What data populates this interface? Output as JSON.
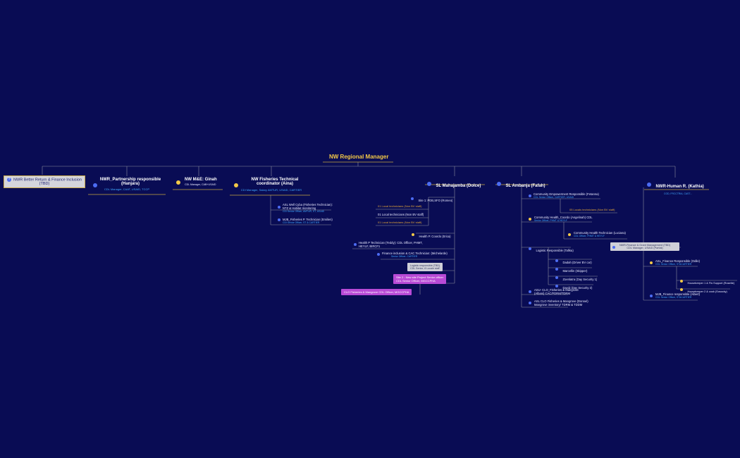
{
  "root": {
    "title": "NW Regional Manager"
  },
  "level1": {
    "better_return": {
      "title": "NWR Better Return & Finance Inclusion (TBD)"
    },
    "partnership": {
      "title": "NWR_Partnership responsible (Hanjara)",
      "sub": "CDL Manager, CAAT, USAID, TCCP"
    },
    "me": {
      "title": "NW M&E: Ginah",
      "sub": "CDL Manager, CAB+USAID"
    },
    "fisheries": {
      "title": "NW Fisheries Technical coordinator (Aina)",
      "sub": "CDI Manager, Salary    AMTUR, USAID, CARTIER"
    },
    "mahajamba": {
      "title": "SL Mahajamba (Dolce)"
    },
    "ambanja": {
      "title": "SL Ambanja (Fafah)"
    },
    "hr": {
      "title": "NWR-Human R. (Kathia)",
      "sub": "COD, FRCCTRIA, CAST..."
    }
  },
  "fisheries_children": [
    {
      "title": "ASL Well Cyba (Fisheries Technician): NTZ & Habitat monitoring",
      "sub": "CDI Senior Officer, AMTUR, ST, USAID"
    },
    {
      "title": "MJB_Fisheries P. Technician (Emilien)",
      "sub": "CDI Senior Officer, ST & CARTIER"
    }
  ],
  "mahajamba_children": {
    "site1": "Site 1: PDB,SFO (Romeo)",
    "local1": "01 Local technicians (Non BV staff)",
    "local2": "01 Local technicians (Non BV staff)",
    "local3": "01 Local technicians (Non BV staff)",
    "health_coord": "Health P. Coordo (Erica)",
    "health_tech": "Health P Technician (Teddy): CDL Officer, PHMT, HEYLF, BIRCF1",
    "finance_title": "Finance inclusion & CAC Technician: (Michelarde)",
    "finance_sub": "Senior Officer, CARTIER",
    "logistic_title": "Logistic responsible (TBD)",
    "logistic_sub": "CDL Senior, 8 Locale staff",
    "site2_title": "Site 2 : New site Project Senior officer",
    "site2_sub": "CDL Senior Officer, MGCCPHA",
    "clo": "CLO Fisheries & Mangrove CDL Officer, MGCCPHA"
  },
  "ambanja_children": {
    "community_emp": "Community Empowerment Responsible (Fetanna)",
    "community_emp_sub": "CDL Senior Officer, CARTIER, USAID",
    "locals": "05 Locals technicians (Non BV staff)",
    "health_coord": "Community Health_Coordo (Angelinah) CDL",
    "health_coord_sub": "Senior Officer, PHMT & HEYLF",
    "health_tech": "Community Health Technician (Luciana)",
    "health_tech_sub": "CDL Officer, PHMT & HEYLF",
    "logistic": "Logistic Responsible (Tafika)",
    "drivers": [
      "Dadah (Driver BV car)",
      "Marcellin (Skipper)",
      "Zoenlatra (Day Security 1)",
      "David (Day Security 2)"
    ],
    "asu_clo": "ASU- CLO_Fisheries & Mangrove (Albani) CAC/FDRM/TDRM",
    "asl_clo": "ASL CLO Fisheries & Mangrove (Donnel) Mangrove inventory/ TDRM & TDDM"
  },
  "hr_children": {
    "finance_mgmt_title": "NWR-Finance & Grant Management (TBD)",
    "finance_mgmt_sub": "CDL Manager, USAID (Partial)",
    "asl_finance": "ASL_Finance Responsible (Odile)",
    "asl_finance_sub": "CDL Senior Officer, ST&CARTIER",
    "housekeeper1": "Housekeeper 1 & Fin.Support (Rosette)",
    "housekeeper2": "Housekeeper 2 & cook (Sosocky)",
    "mjb_finance": "MJB_Finance responsible (Albert)",
    "mjb_finance_sub": "CDL Senior Officer, ST&CARTIER"
  },
  "colors": {
    "background": "#090c54",
    "accent": "#f3c947",
    "link": "#3fa9ff",
    "node": "#4c6cf3"
  }
}
